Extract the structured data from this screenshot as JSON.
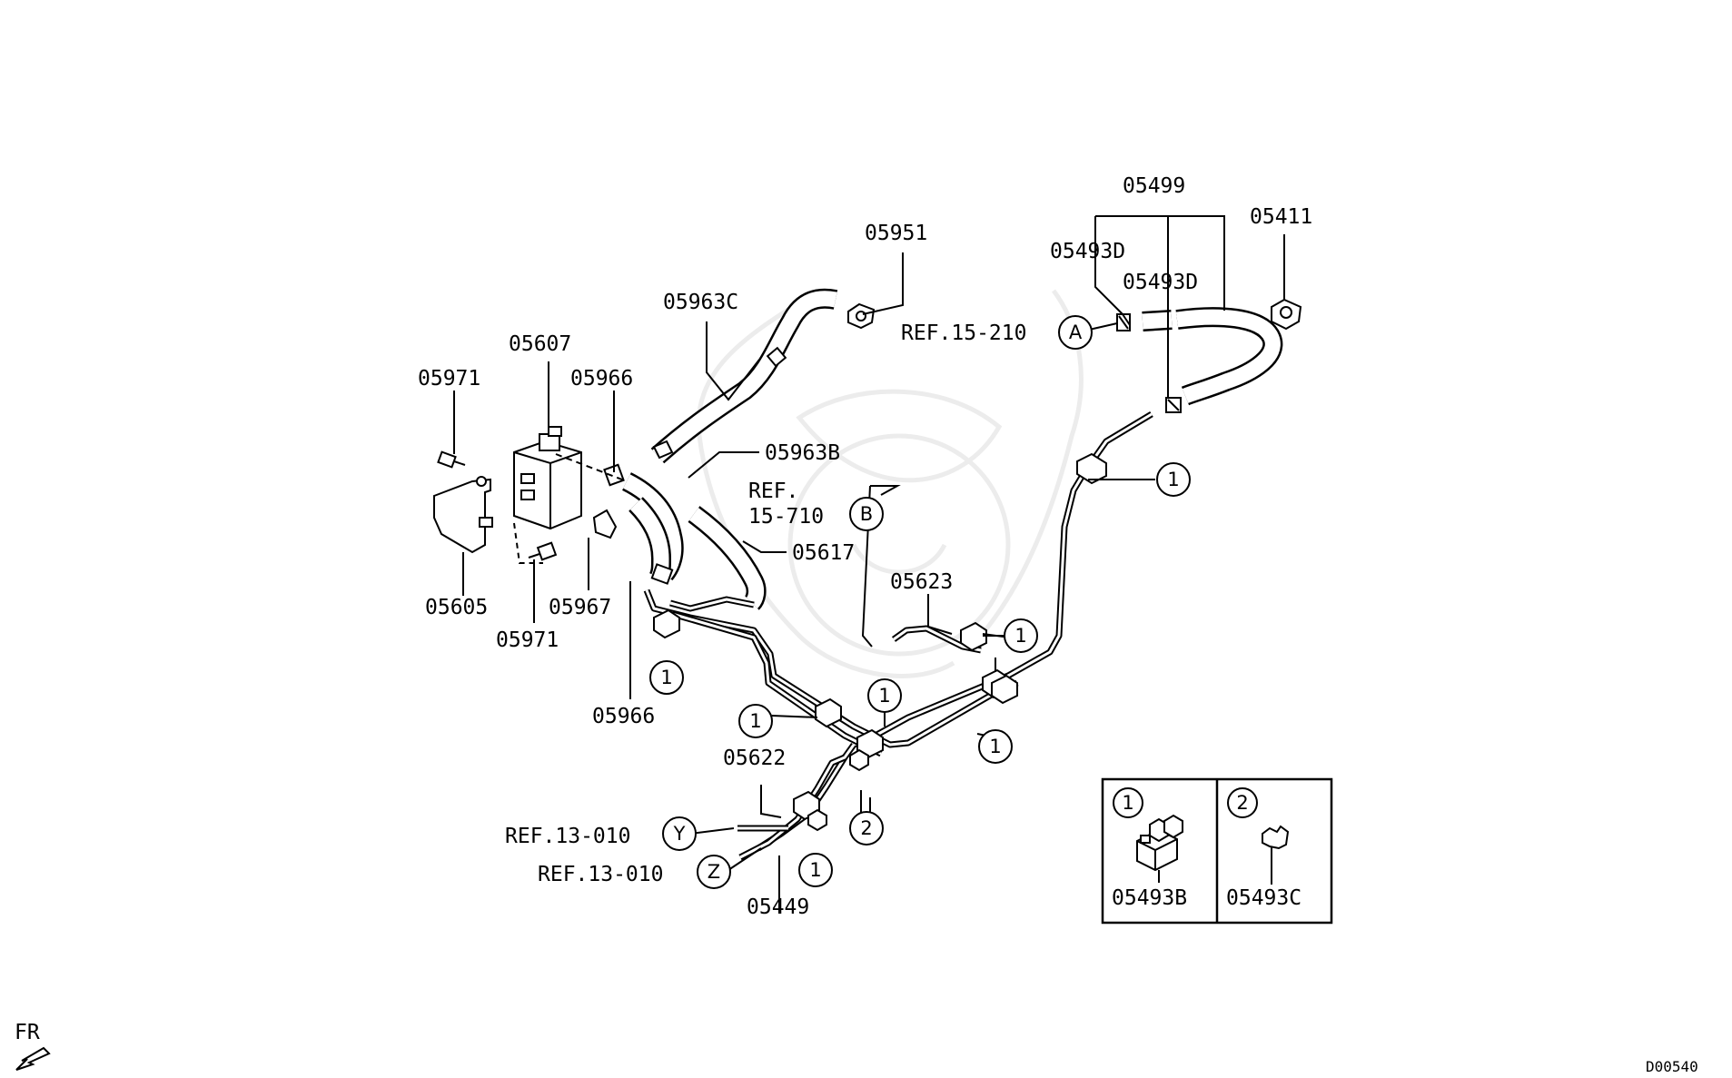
{
  "diagram_code": "D00540",
  "direction_marker": "FR",
  "part_labels": {
    "p05499": "05499",
    "p05411": "05411",
    "p05493D_a": "05493D",
    "p05493D_b": "05493D",
    "p05951": "05951",
    "p05963C": "05963C",
    "p05607": "05607",
    "p05971_top": "05971",
    "p05966_top": "05966",
    "p05963B": "05963B",
    "p05617": "05617",
    "p05623": "05623",
    "p05605": "05605",
    "p05967": "05967",
    "p05971_bottom": "05971",
    "p05966_bottom": "05966",
    "p05622": "05622",
    "p05449": "05449"
  },
  "references": {
    "ref_a_text": "REF.15-210",
    "ref_a_marker": "A",
    "ref_b_line1": "REF.",
    "ref_b_line2": "15-710",
    "ref_b_marker": "B",
    "ref_y_text": "REF.13-010",
    "ref_y_marker": "Y",
    "ref_z_text": "REF.13-010",
    "ref_z_marker": "Z"
  },
  "callouts": {
    "c1": "1",
    "c2": "2"
  },
  "legend": {
    "item1_marker": "1",
    "item1_part": "05493B",
    "item2_marker": "2",
    "item2_part": "05493C"
  },
  "icons": [
    "fr-arrow-icon",
    "canister-icon",
    "clamp-icon",
    "hose-clip-icon"
  ]
}
